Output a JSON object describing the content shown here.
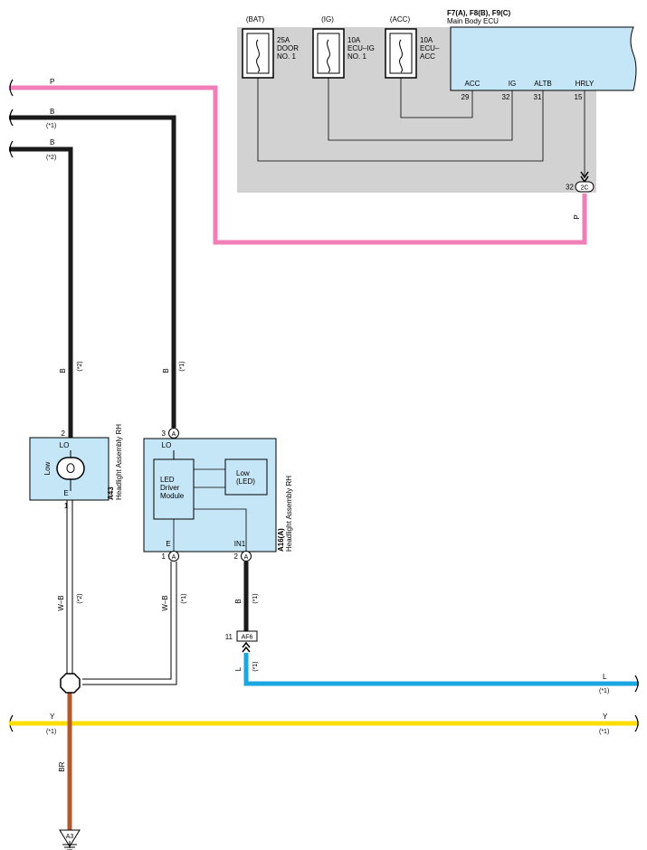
{
  "ecu": {
    "connectors": "F7(A), F8(B), F9(C)",
    "name": "Main Body ECU",
    "pins": [
      {
        "name": "ACC",
        "num": "29"
      },
      {
        "name": "IG",
        "num": "32"
      },
      {
        "name": "ALTB",
        "num": "31"
      },
      {
        "name": "HRLY",
        "num": "15"
      }
    ]
  },
  "fuses": [
    {
      "source": "(BAT)",
      "l1": "25A",
      "l2": "DOOR",
      "l3": "NO. 1"
    },
    {
      "source": "(IG)",
      "l1": "10A",
      "l2": "ECU–IG",
      "l3": "NO. 1"
    },
    {
      "source": "(ACC)",
      "l1": "10A",
      "l2": "ECU–",
      "l3": "ACC"
    }
  ],
  "junction_2c": {
    "pin": "32",
    "label": "2C"
  },
  "wires": {
    "p_top": "P",
    "p_vertical": "P",
    "b1_top": "B",
    "b1_top_note": "(*1)",
    "b2_top": "B",
    "b2_top_note": "(*2)",
    "b2_mid": "B",
    "b2_mid_note": "(*2)",
    "b1_mid": "B",
    "b1_mid_note": "(*1)",
    "wb2": "W–B",
    "wb2_note": "(*2)",
    "wb1": "W–B",
    "wb1_note": "(*1)",
    "b_in1": "B",
    "b_in1_note": "(*1)",
    "l_vertical": "L",
    "l_vertical_note": "(*1)",
    "l_right": "L",
    "l_right_note": "(*1)",
    "y_left": "Y",
    "y_left_note": "(*1)",
    "y_right": "Y",
    "y_right_note": "(*1)",
    "br": "BR"
  },
  "headlight_a43": {
    "code": "A43",
    "name": "Headlight Assembly RH",
    "pin_lo_num": "2",
    "pin_lo": "LO",
    "lamp": "Low",
    "pin_e": "E",
    "pin_e_num": "1"
  },
  "headlight_a16": {
    "code": "A16(A)",
    "name": "Headlight Assembly RH",
    "pin_lo_num": "3",
    "pin_lo_conn": "A",
    "pin_lo": "LO",
    "module_l1": "LED",
    "module_l2": "Driver",
    "module_l3": "Module",
    "led_l1": "Low",
    "led_l2": "(LED)",
    "pin_e": "E",
    "pin_e_num": "1",
    "pin_e_conn": "A",
    "pin_in1": "IN1",
    "pin_in1_num": "2",
    "pin_in1_conn": "A"
  },
  "connector_af6": {
    "pin": "11",
    "label": "AF6"
  },
  "ground": {
    "label": "A3"
  },
  "colors": {
    "pink": "#f07eb7",
    "black": "#1a1a1a",
    "blue": "#19a6e1",
    "yellow": "#ffdd00",
    "brown": "#b5562b",
    "ecu_box": "#c5e6f7",
    "shade": "#d2d2d2"
  }
}
